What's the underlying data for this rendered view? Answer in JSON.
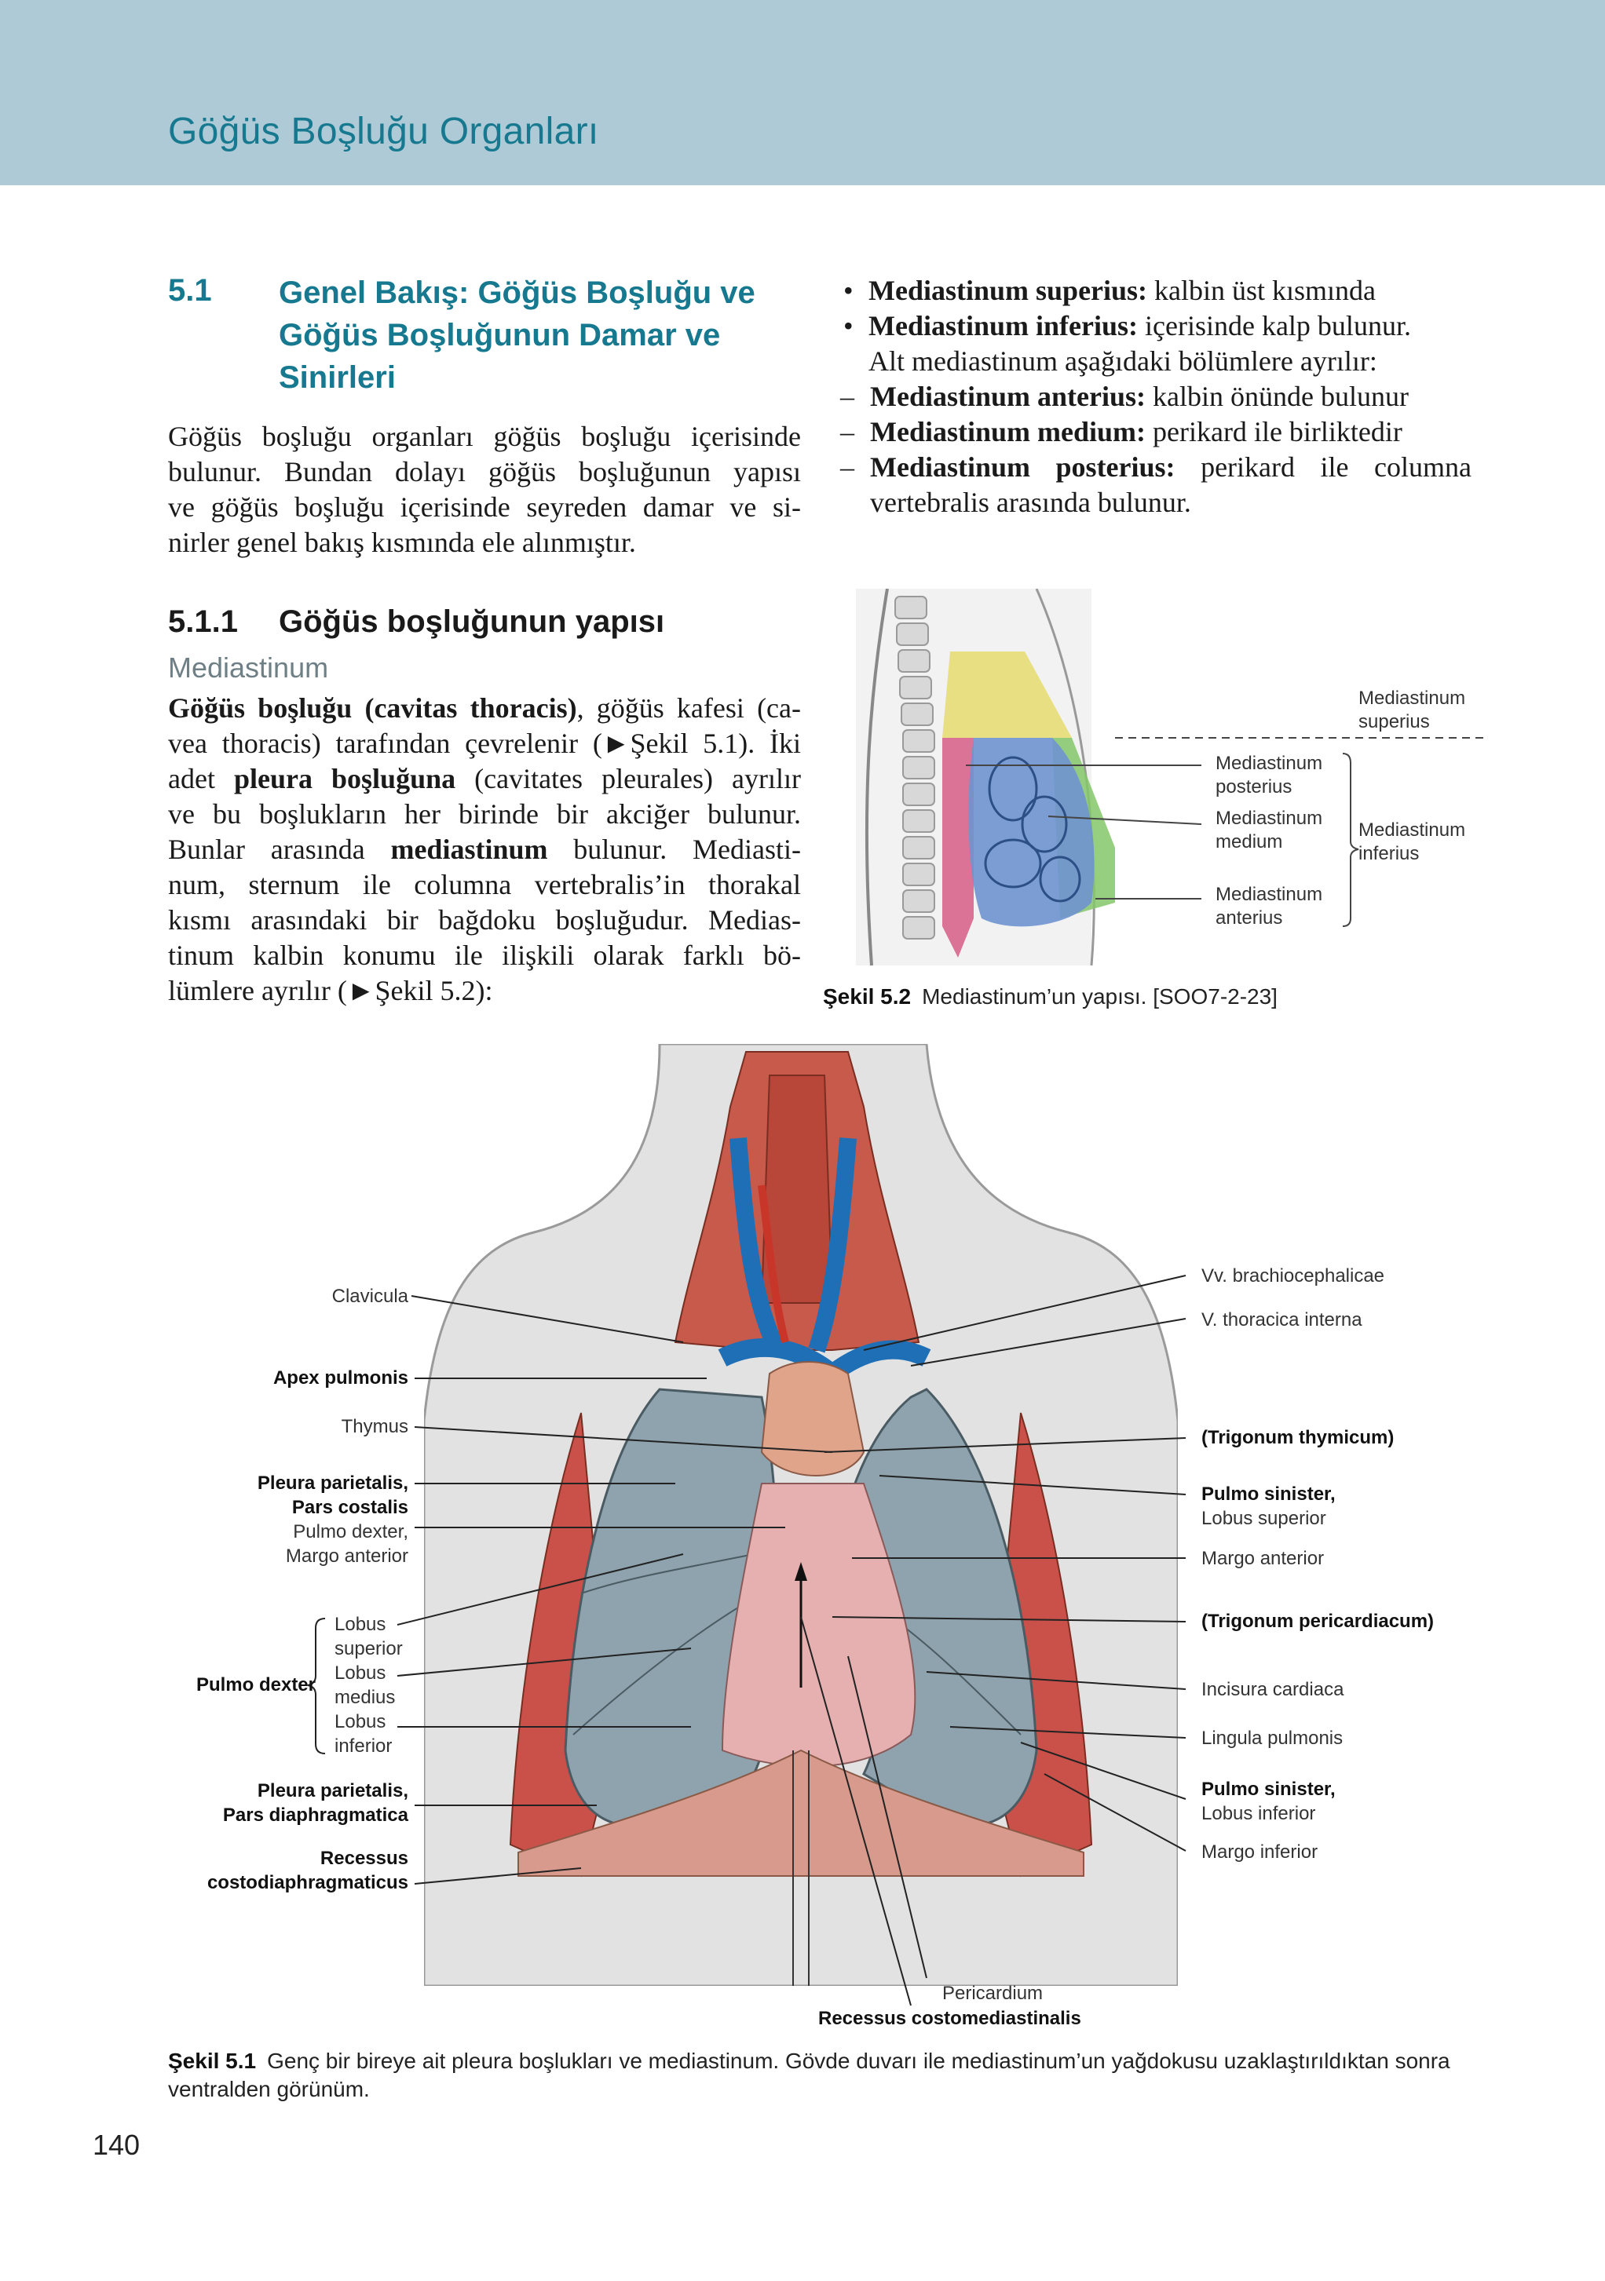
{
  "header": {
    "chapter_title": "Göğüs Boşluğu Organları"
  },
  "section_5_1": {
    "number": "5.1",
    "title_lines": [
      "Genel Bakış: Göğüs Boşluğu ve",
      "Göğüs Boşluğunun Damar ve",
      "Sinirleri"
    ],
    "paragraph_lines": [
      "Göğüs boşluğu organları göğüs boşluğu içerisinde",
      "bulunur. Bundan dolayı göğüs boşluğunun yapısı",
      "ve göğüs boşluğu içerisinde seyreden damar ve si-",
      "nirler genel bakış kısmında ele alınmıştır."
    ]
  },
  "section_5_1_1": {
    "number": "5.1.1",
    "title": "Göğüs boşluğunun yapısı",
    "subheading": "Mediastinum",
    "lines": [
      [
        {
          "b": "Göğüs boşluğu (cavitas thoracis)"
        },
        {
          "t": ", göğüs kafesi (ca-"
        }
      ],
      [
        {
          "t": "vea thoracis) tarafından çevrelenir (►Şekil 5.1). İki"
        }
      ],
      [
        {
          "t": "adet "
        },
        {
          "b": "pleura boşluğuna"
        },
        {
          "t": " (cavitates pleurales) ayrılır"
        }
      ],
      [
        {
          "t": "ve bu boşlukların her birinde bir akciğer bulunur."
        }
      ],
      [
        {
          "t": "Bunlar arasında "
        },
        {
          "b": "mediastinum"
        },
        {
          "t": " bulunur. Mediasti-"
        }
      ],
      [
        {
          "t": "num, sternum ile columna vertebralis’in thorakal"
        }
      ],
      [
        {
          "t": "kısmı arasındaki bir bağdoku boşluğudur. Medias-"
        }
      ],
      [
        {
          "t": "tinum kalbin konumu ile ilişkili olarak farklı bö-"
        }
      ],
      [
        {
          "t": "lümlere ayrılır (►Şekil 5.2):"
        }
      ]
    ]
  },
  "list": {
    "items": [
      {
        "marker": "•",
        "bold": "Mediastinum superius:",
        "text": " kalbin üst kısmında"
      },
      {
        "marker": "•",
        "bold": "Mediastinum inferius:",
        "text": " içerisinde kalp bulunur."
      },
      {
        "marker": "",
        "bold": "",
        "text": "Alt mediastinum aşağıdaki bölümlere ayrılır:"
      },
      {
        "marker": "–",
        "bold": "Mediastinum anterius:",
        "text": " kalbin önünde bulunur"
      },
      {
        "marker": "–",
        "bold": "Mediastinum medium:",
        "text": " perikard ile birliktedir"
      },
      {
        "marker": "–",
        "bold": "Mediastinum posterius:",
        "text": " perikard ile columna"
      },
      {
        "marker": "",
        "bold": "",
        "text": "vertebralis arasında bulunur."
      }
    ]
  },
  "figure_5_2": {
    "labels": {
      "sup1": "Mediastinum",
      "sup2": "superius",
      "post1": "Mediastinum",
      "post2": "posterius",
      "med1": "Mediastinum",
      "med2": "medium",
      "ant1": "Mediastinum",
      "ant2": "anterius",
      "inf1": "Mediastinum",
      "inf2": "inferius"
    },
    "caption_head": "Şekil 5.2",
    "caption_text": "Mediastinum’un yapısı. [SOO7-2-23]",
    "colors": {
      "superius": "#e6dc6e",
      "posterius": "#d65d86",
      "medium": "#6e94cf",
      "anterius": "#84c76a"
    }
  },
  "figure_5_1": {
    "left_labels": {
      "clavicula": "Clavicula",
      "apex": "Apex pulmonis",
      "thymus": "Thymus",
      "pp_costalis1": "Pleura parietalis,",
      "pp_costalis2": "Pars costalis",
      "pd_margo1": "Pulmo dexter,",
      "pd_margo2": "Margo anterior",
      "pulmo_dexter": "Pulmo dexter",
      "lob_sup1": "Lobus",
      "lob_sup2": "superior",
      "lob_med1": "Lobus",
      "lob_med2": "medius",
      "lob_inf1": "Lobus",
      "lob_inf2": "inferior",
      "pp_diaph1": "Pleura parietalis,",
      "pp_diaph2": "Pars diaphragmatica",
      "recessus1": "Recessus",
      "recessus2": "costodiaphragmaticus"
    },
    "right_labels": {
      "vv_brachio": "Vv. brachiocephalicae",
      "v_thoracica": "V. thoracica interna",
      "trig_thymicum": "(Trigonum thymicum)",
      "ps_sup1": "Pulmo sinister,",
      "ps_sup2": "Lobus superior",
      "margo_ant": "Margo anterior",
      "trig_peri": "(Trigonum pericardiacum)",
      "incisura": "Incisura cardiaca",
      "lingula": "Lingula pulmonis",
      "ps_inf1": "Pulmo sinister,",
      "ps_inf2": "Lobus inferior",
      "margo_inf": "Margo inferior"
    },
    "bottom_labels": {
      "pericardium": "Pericardium",
      "recessus_costomed": "Recessus costomediastinalis"
    },
    "caption_head": "Şekil 5.1",
    "caption_line1": "Genç bir bireye ait pleura boşlukları ve mediastinum. Gövde duvarı ile mediastinum’un yağdokusu uzaklaştırıldıktan sonra",
    "caption_line2": "ventralden görünüm."
  },
  "page_number": "140"
}
